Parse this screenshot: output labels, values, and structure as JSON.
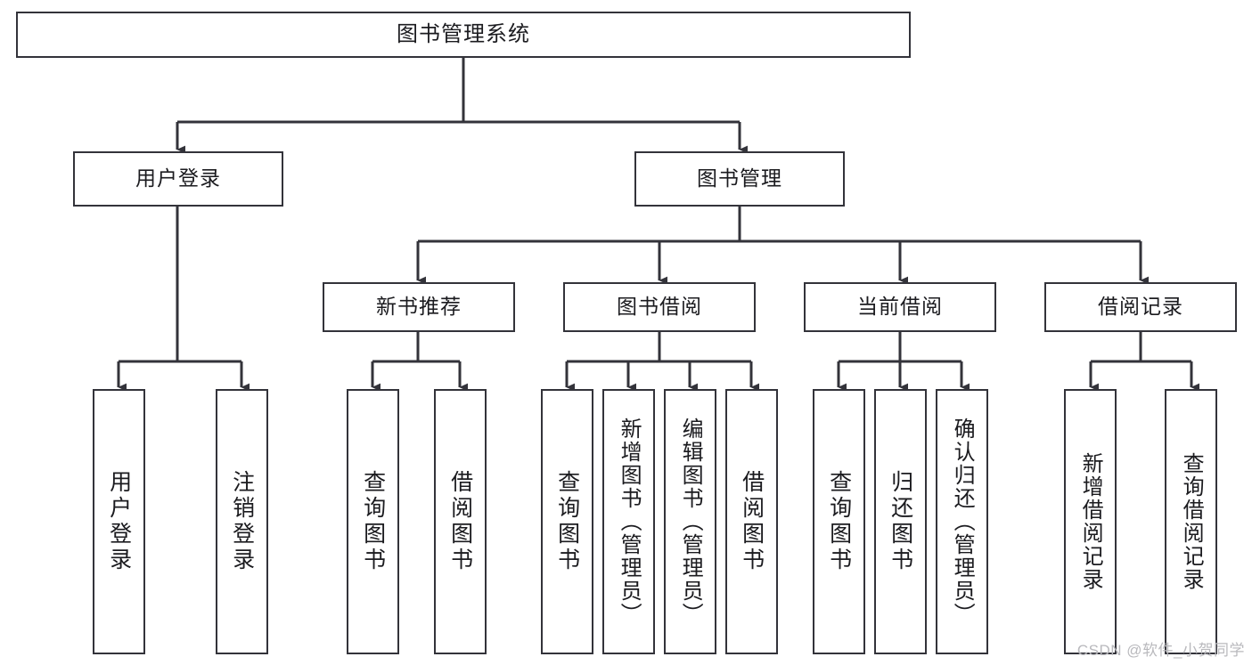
{
  "diagram": {
    "title": "图书管理系统",
    "type": "tree",
    "watermark": "CSDN @软件_小贺同学",
    "colors": {
      "stroke": "#33333a",
      "fill": "#ffffff",
      "text": "#1b1b1f",
      "watermark": "#b9b9bd"
    },
    "nodes": {
      "root": {
        "label": "图书管理系统"
      },
      "level2": [
        {
          "id": "user-login",
          "label": "用户登录"
        },
        {
          "id": "book-manage",
          "label": "图书管理"
        }
      ],
      "level3": [
        {
          "id": "new-book-recommend",
          "label": "新书推荐"
        },
        {
          "id": "book-borrow",
          "label": "图书借阅"
        },
        {
          "id": "current-borrow",
          "label": "当前借阅"
        },
        {
          "id": "borrow-record",
          "label": "借阅记录"
        }
      ],
      "leaves": {
        "user_login": [
          {
            "id": "leaf-user-login",
            "label": "用户登录"
          },
          {
            "id": "leaf-logout-login",
            "label": "注销登录"
          }
        ],
        "new_book_recommend": [
          {
            "id": "leaf-query-book-1",
            "label": "查询图书"
          },
          {
            "id": "leaf-borrow-book-1",
            "label": "借阅图书"
          }
        ],
        "book_borrow": [
          {
            "id": "leaf-query-book-2",
            "label": "查询图书"
          },
          {
            "id": "leaf-add-book",
            "label": "新增图书（管理员）"
          },
          {
            "id": "leaf-edit-book",
            "label": "编辑图书（管理员）"
          },
          {
            "id": "leaf-borrow-book-2",
            "label": "借阅图书"
          }
        ],
        "current_borrow": [
          {
            "id": "leaf-query-book-3",
            "label": "查询图书"
          },
          {
            "id": "leaf-return-book",
            "label": "归还图书"
          },
          {
            "id": "leaf-confirm-return",
            "label": "确认归还（管理员）"
          }
        ],
        "borrow_record": [
          {
            "id": "leaf-add-record",
            "label": "新增借阅记录"
          },
          {
            "id": "leaf-query-record",
            "label": "查询借阅记录"
          }
        ]
      }
    }
  }
}
